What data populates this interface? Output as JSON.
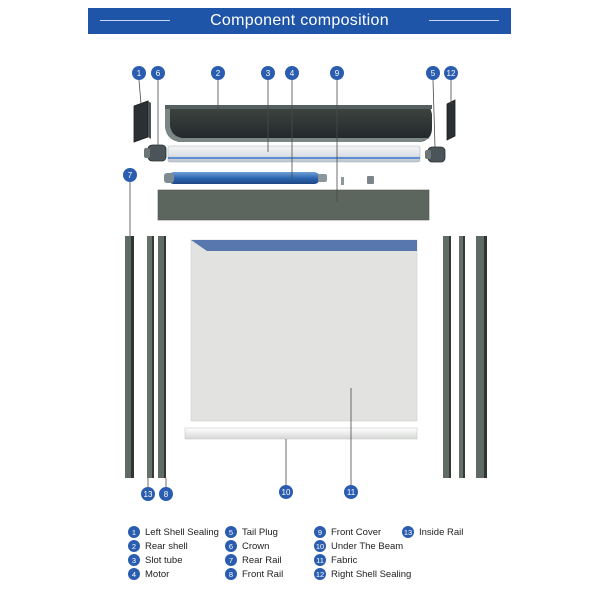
{
  "header": {
    "title": "Component composition"
  },
  "colors": {
    "accent": "#1f55a8",
    "callout": "#2a5db0",
    "profile": "#5f6b62",
    "fabric": "#e2e3e1"
  },
  "legend": [
    {
      "n": "1",
      "label": "Left Shell Sealing"
    },
    {
      "n": "2",
      "label": "Rear shell"
    },
    {
      "n": "3",
      "label": "Slot tube"
    },
    {
      "n": "4",
      "label": "Motor"
    },
    {
      "n": "5",
      "label": "Tail Plug"
    },
    {
      "n": "6",
      "label": "Crown"
    },
    {
      "n": "7",
      "label": "Rear Rail"
    },
    {
      "n": "8",
      "label": "Front Rail"
    },
    {
      "n": "9",
      "label": "Front Cover"
    },
    {
      "n": "10",
      "label": "Under The Beam"
    },
    {
      "n": "11",
      "label": "Fabric"
    },
    {
      "n": "12",
      "label": "Right Shell Sealing"
    },
    {
      "n": "13",
      "label": "Inside Rail"
    }
  ],
  "callouts": [
    "1",
    "6",
    "2",
    "3",
    "4",
    "9",
    "5",
    "12",
    "7",
    "13",
    "8",
    "10",
    "11"
  ]
}
